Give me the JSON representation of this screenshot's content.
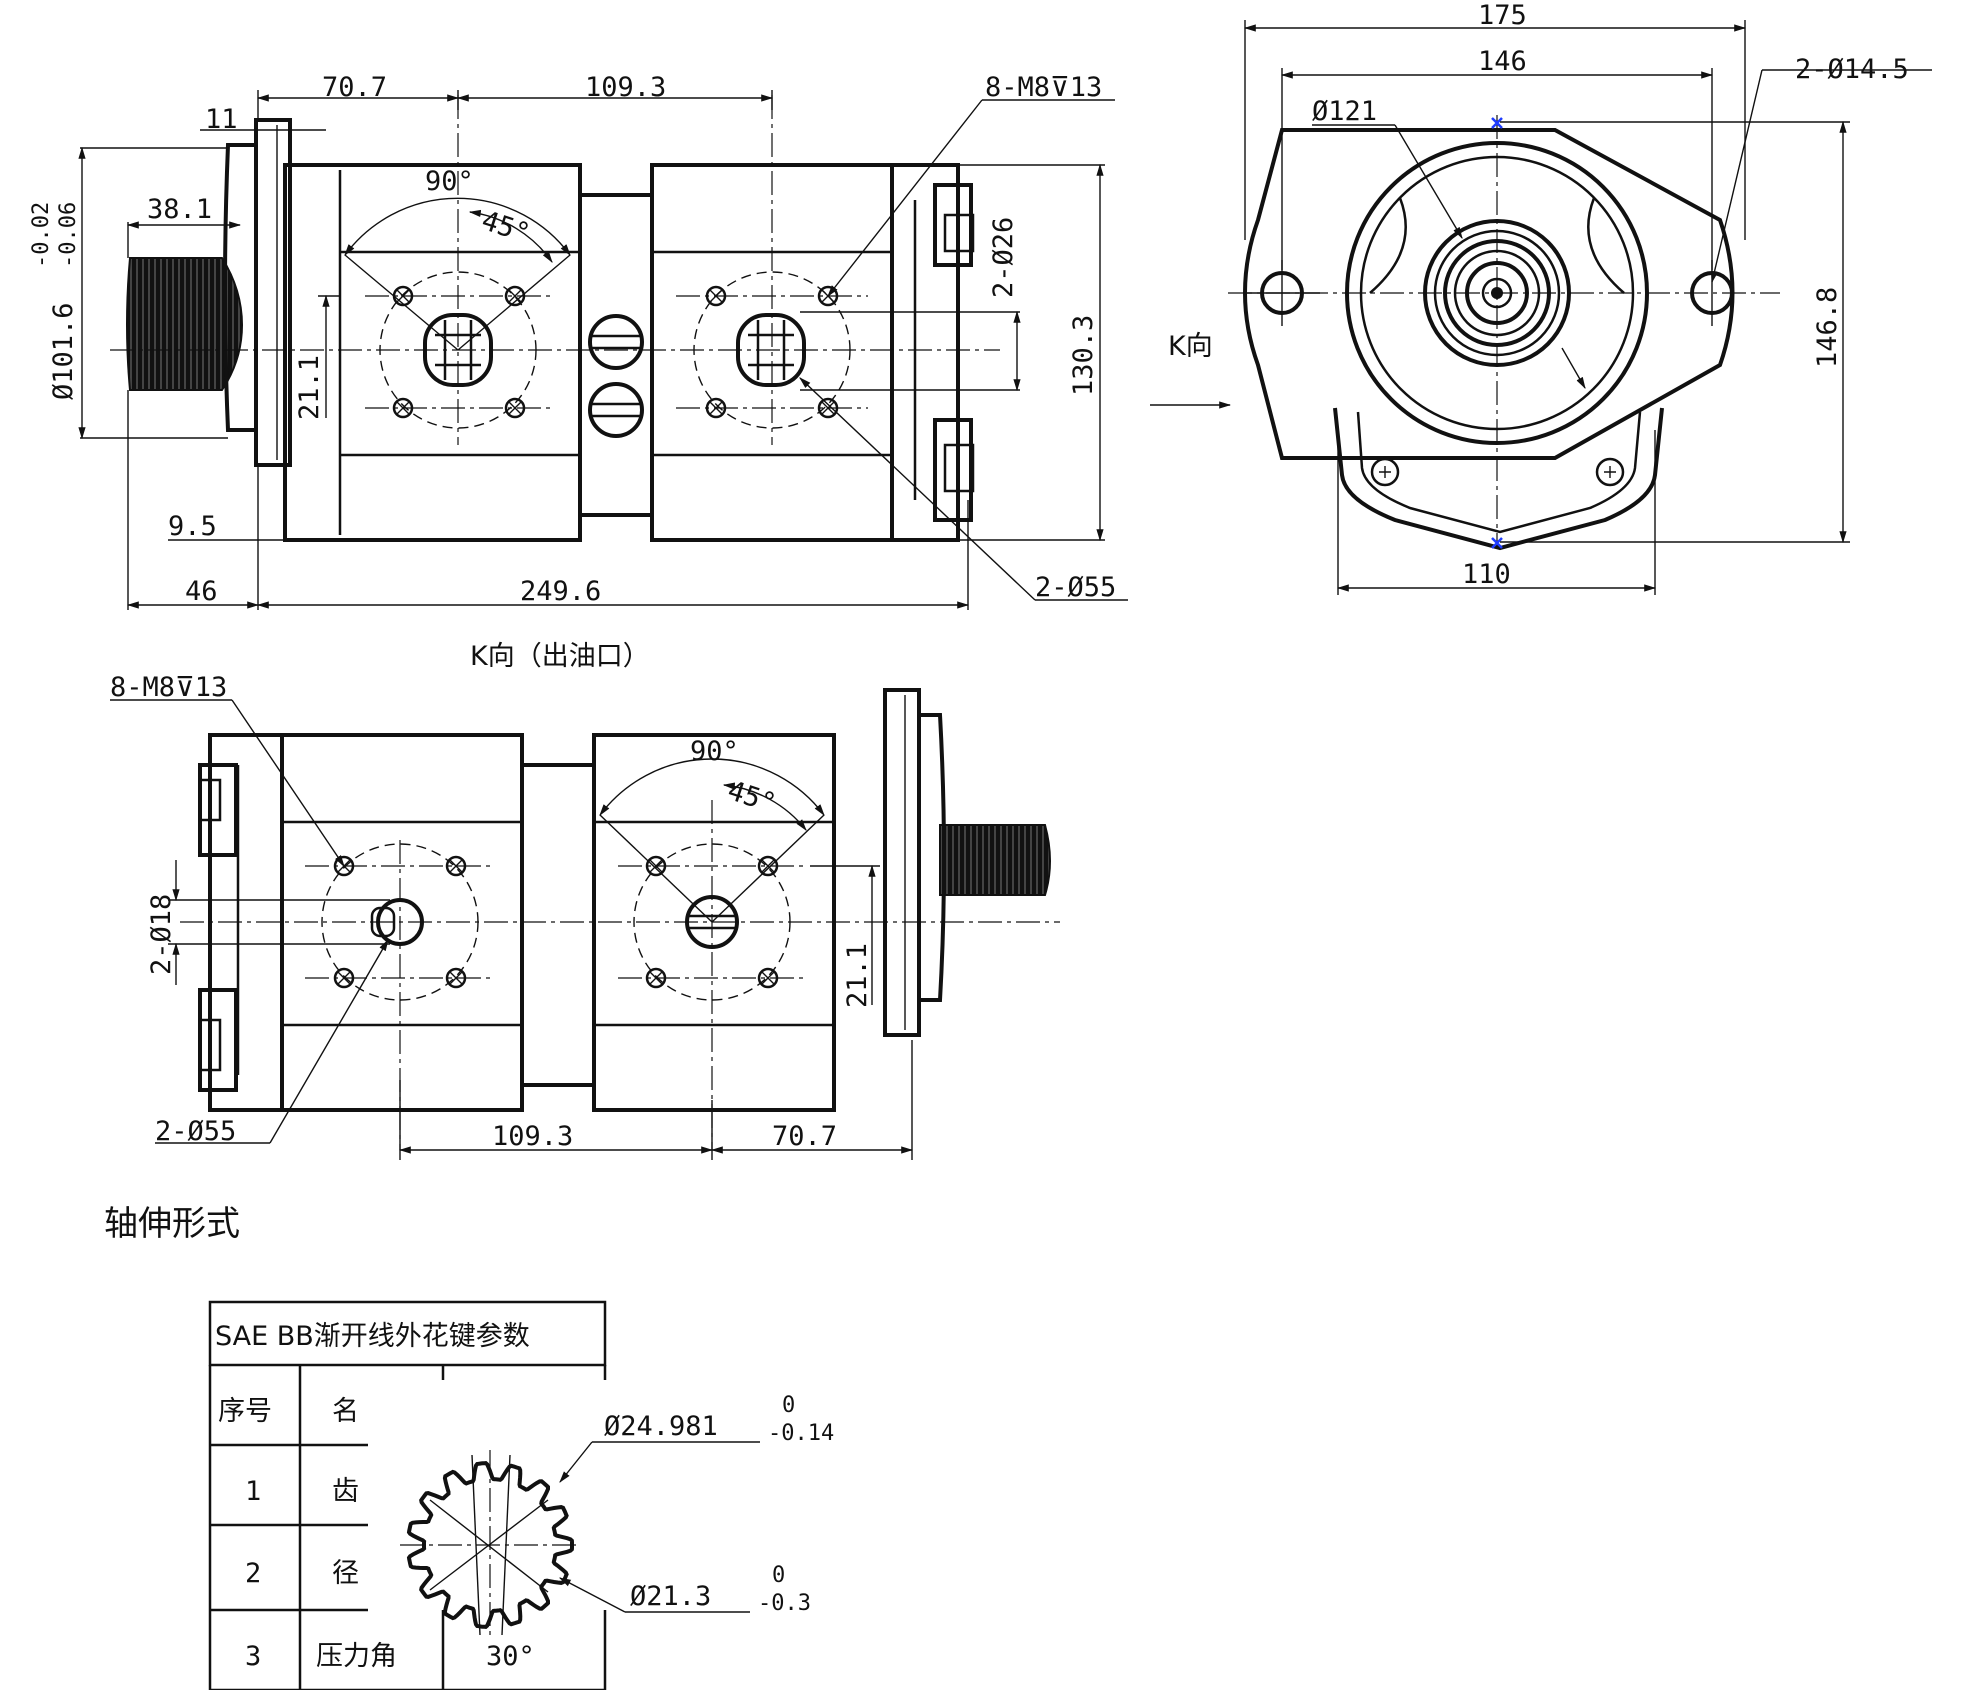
{
  "front_view": {
    "dim_70_7": "70.7",
    "dim_109_3": "109.3",
    "dim_11": "11",
    "dim_38_1": "38.1",
    "dim_dia_101_6": "Ø101.6",
    "tol_upper": "-0.02",
    "tol_lower": "-0.06",
    "angle_90": "90°",
    "angle_45": "45°",
    "dim_21_1": "21.1",
    "callout_bolts": "8-M8⊽13",
    "dim_2_dia_26": "2-Ø26",
    "dim_130_3": "130.3",
    "dim_9_5": "9.5",
    "dim_46": "46",
    "dim_249_6": "249.6",
    "callout_ports": "2-Ø55"
  },
  "end_view": {
    "dim_175": "175",
    "dim_146": "146",
    "dim_dia_121": "Ø121",
    "callout_holes": "2-Ø14.5",
    "k_direction": "K向",
    "dim_146_8": "146.8",
    "dim_110": "110"
  },
  "k_view": {
    "title": "K向（出油口）",
    "callout_bolts": "8-M8⊽13",
    "angle_90": "90°",
    "angle_45": "45°",
    "dim_2_dia_18": "2-Ø18",
    "dim_21_1": "21.1",
    "callout_ports": "2-Ø55",
    "dim_109_3": "109.3",
    "dim_70_7": "70.7"
  },
  "shaft_section": {
    "title": "轴伸形式",
    "dia_outer": "Ø24.981",
    "dia_outer_tol_upper": "0",
    "dia_outer_tol_lower": "-0.14",
    "dia_root": "Ø21.3",
    "dia_root_tol_upper": "0",
    "dia_root_tol_lower": "-0.3"
  },
  "spline_table": {
    "title": "SAE BB渐开线外花键参数",
    "header_no": "序号",
    "header_name": "名",
    "rows": [
      {
        "no": "1",
        "name": "齿",
        "value": ""
      },
      {
        "no": "2",
        "name": "径",
        "value": ""
      },
      {
        "no": "3",
        "name": "压力角",
        "value": "30°"
      }
    ]
  }
}
